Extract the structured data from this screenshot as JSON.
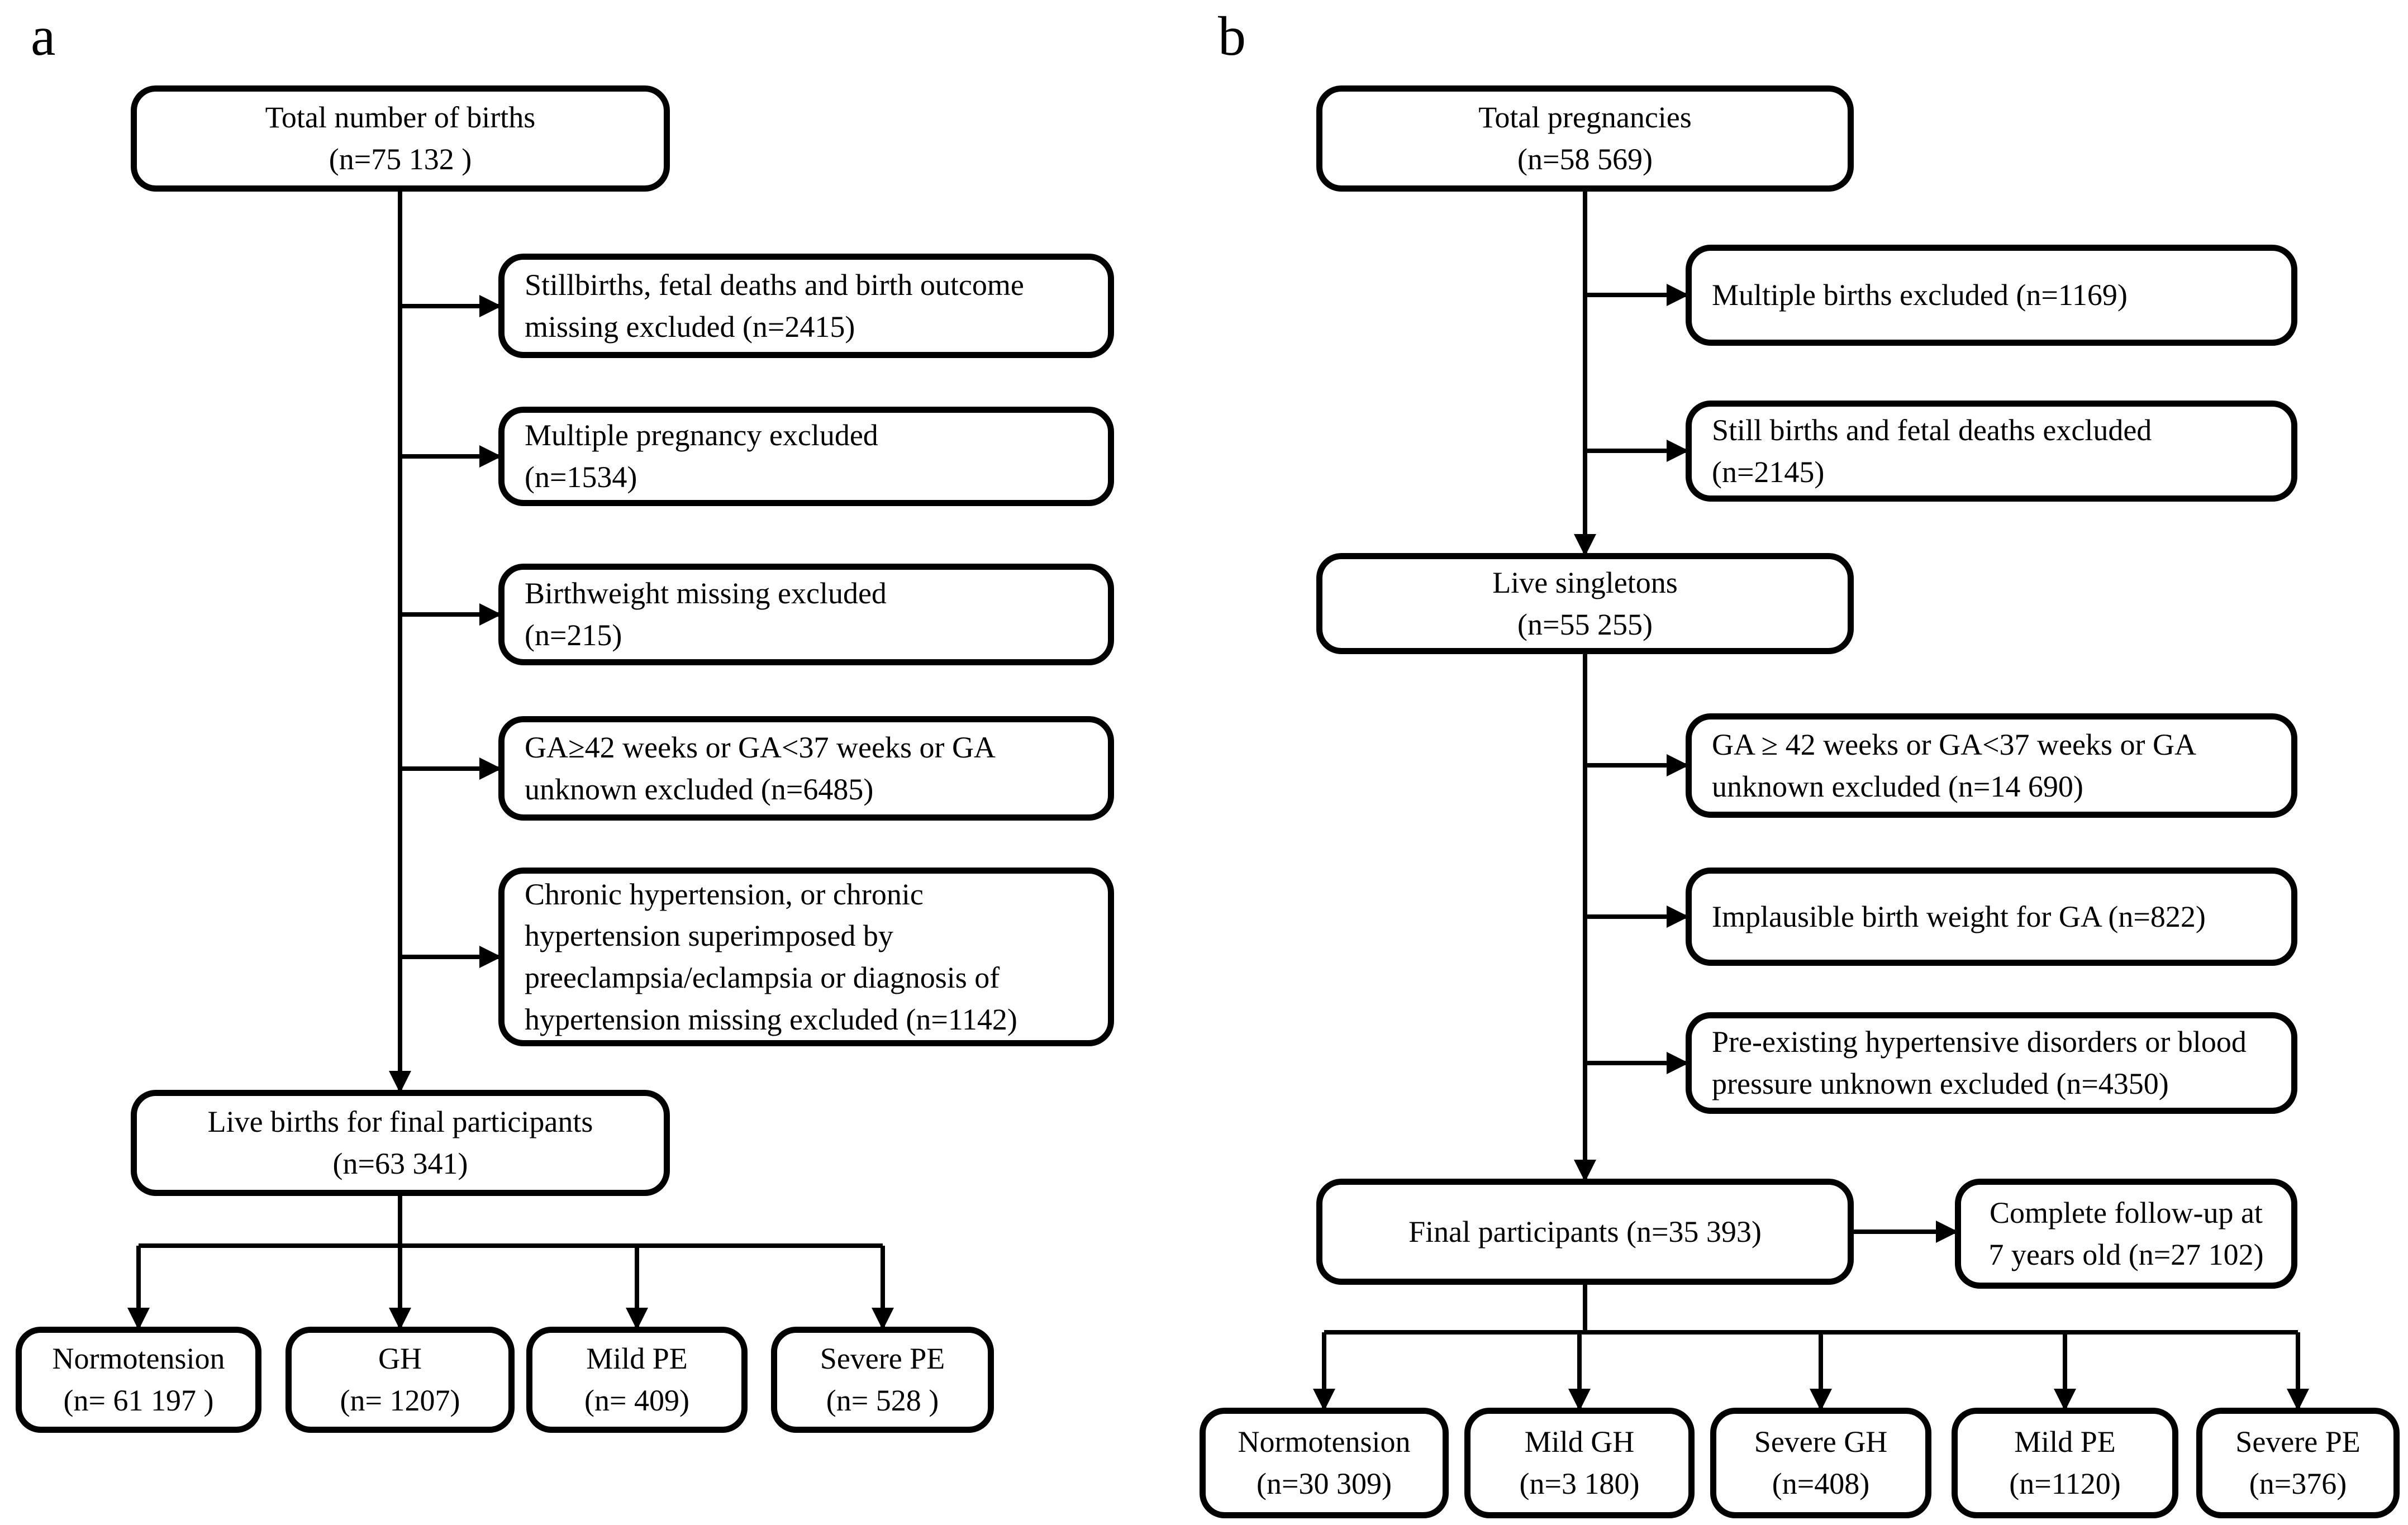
{
  "figure": {
    "panel_a": {
      "label": "a",
      "top_box": "Total number of births\n(n=75 132 )",
      "exclusions": [
        "Stillbirths, fetal deaths and birth outcome\nmissing excluded (n=2415)",
        "Multiple pregnancy excluded\n(n=1534)",
        "Birthweight missing excluded\n(n=215)",
        "GA≥42 weeks or GA<37 weeks or GA\nunknown excluded (n=6485)",
        "Chronic hypertension, or chronic\nhypertension superimposed by\npreeclampsia/eclampsia or diagnosis of\nhypertension missing excluded (n=1142)"
      ],
      "final_box": "Live births for final participants\n(n=63 341)",
      "outcomes": [
        "Normotension\n(n= 61 197 )",
        "GH\n(n= 1207)",
        "Mild PE\n(n= 409)",
        "Severe PE\n(n= 528 )"
      ]
    },
    "panel_b": {
      "label": "b",
      "top_box": "Total pregnancies\n(n=58 569)",
      "exclusions_upper": [
        "Multiple births excluded (n=1169)",
        "Still births and fetal deaths excluded\n(n=2145)"
      ],
      "mid_box": "Live singletons\n(n=55 255)",
      "exclusions_lower": [
        "GA ≥ 42 weeks or GA<37 weeks or GA\nunknown excluded (n=14 690)",
        "Implausible birth weight for GA (n=822)",
        "Pre-existing hypertensive disorders or blood\npressure unknown excluded (n=4350)"
      ],
      "final_box": "Final participants (n=35 393)",
      "followup_box": "Complete follow-up at\n7 years old (n=27 102)",
      "outcomes": [
        "Normotension\n(n=30 309)",
        "Mild GH\n(n=3 180)",
        "Severe GH\n(n=408)",
        "Mild PE\n(n=1120)",
        "Severe PE\n(n=376)"
      ]
    }
  }
}
